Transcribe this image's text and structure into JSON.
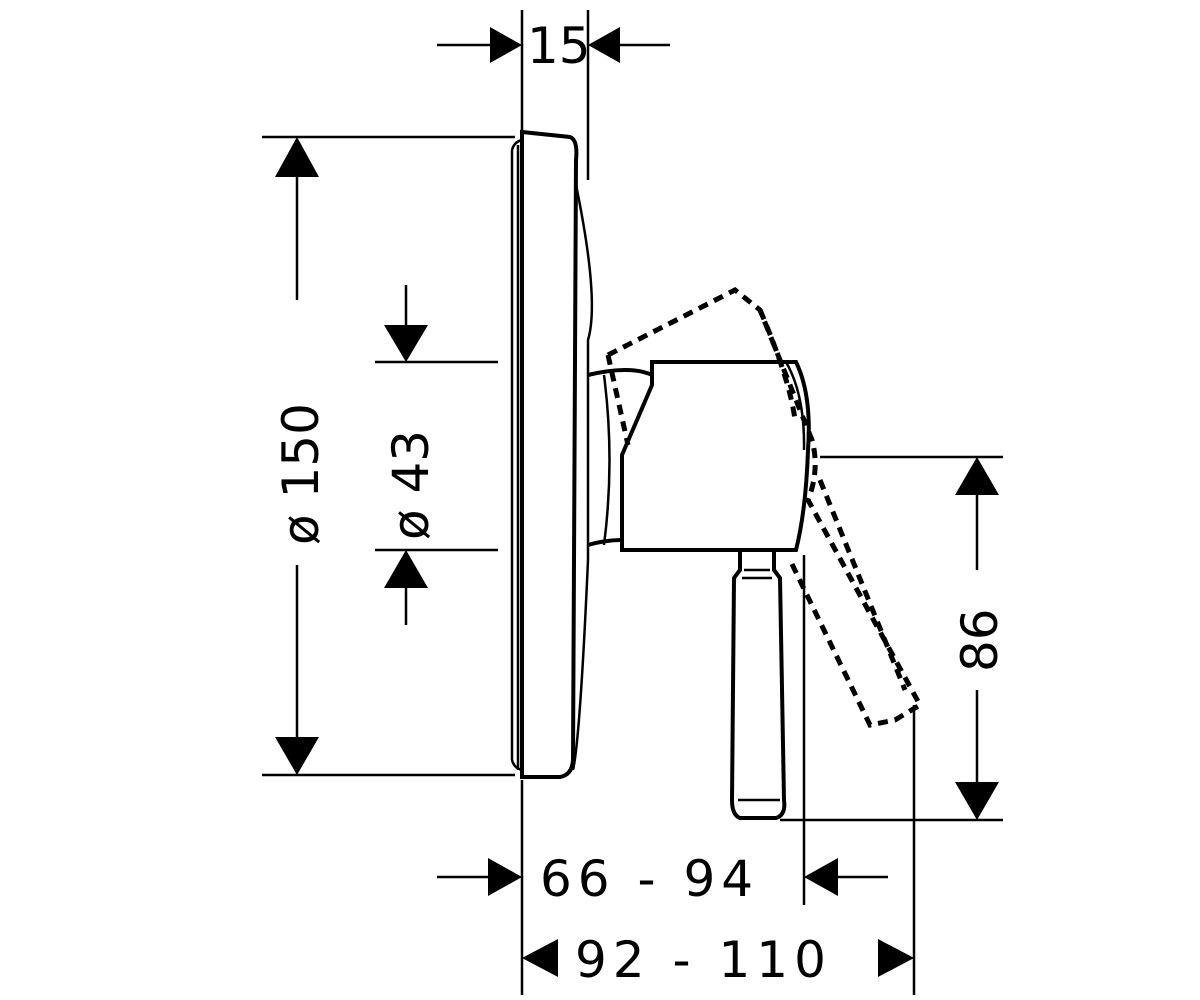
{
  "drawing": {
    "type": "technical side-view drawing",
    "line_color": "#000000",
    "background": "#ffffff",
    "dimensions": {
      "top_width": "15",
      "outer_diameter": "ø 150",
      "inner_diameter": "ø 43",
      "height_right": "86",
      "depth_range_1": "66 - 94",
      "depth_range_2": "92 - 110"
    }
  }
}
